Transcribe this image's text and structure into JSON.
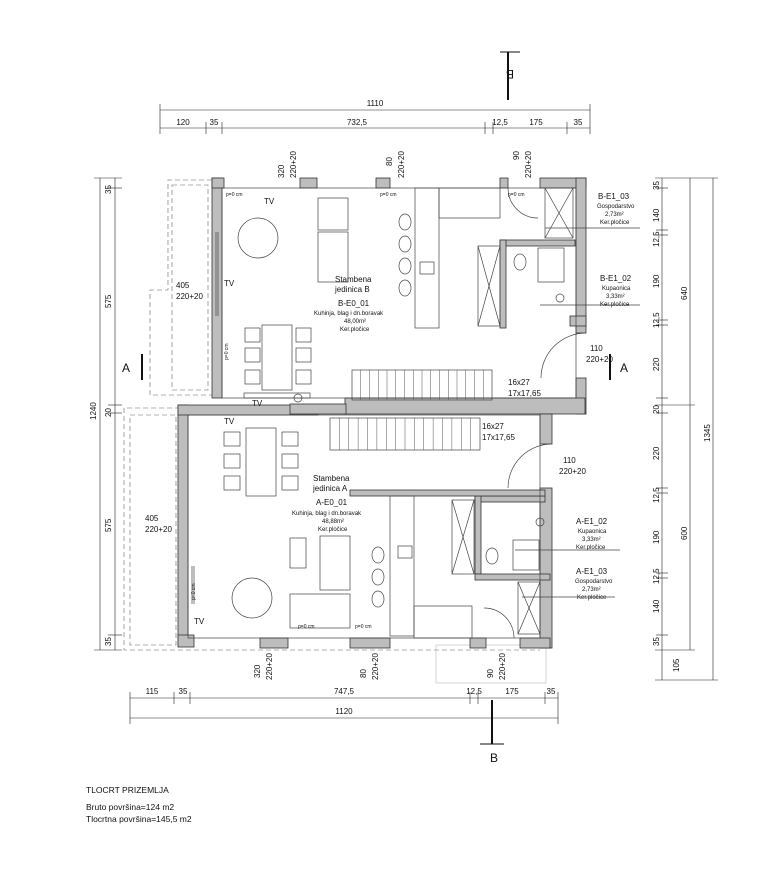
{
  "section_markers": {
    "a_left": "A",
    "a_right": "A",
    "b_top": "B",
    "b_bottom": "B"
  },
  "dims_top": {
    "total": "1110",
    "d1": "120",
    "d2": "35",
    "d3": "732,5",
    "d4": "12,5",
    "d5": "175",
    "d6": "35"
  },
  "dims_top_openings": {
    "o1a": "320",
    "o1b": "220+20",
    "o2a": "80",
    "o2b": "220+20",
    "o3a": "90",
    "o3b": "220+20"
  },
  "dims_bottom": {
    "total": "1120",
    "d1": "115",
    "d2": "35",
    "d3": "747,5",
    "d4": "12,5",
    "d5": "175",
    "d6": "35"
  },
  "dims_bottom_openings": {
    "o1a": "320",
    "o1b": "220+20",
    "o2a": "80",
    "o2b": "220+20",
    "o3a": "90",
    "o3b": "220+20"
  },
  "dims_left": {
    "total": "1240",
    "d1": "35",
    "d2": "575",
    "d3": "20",
    "d4": "575",
    "d5": "35"
  },
  "dims_right_inner": {
    "d1": "35",
    "d2": "140",
    "d3": "12,5",
    "d4": "190",
    "d5": "12,5",
    "d6": "220",
    "d7": "20",
    "d8": "220",
    "d9": "12,5",
    "d10": "190",
    "d11": "12,5",
    "d12": "140",
    "d13": "35",
    "d14": "105"
  },
  "dims_right_mid": {
    "upper": "640",
    "lower": "600"
  },
  "dims_right_outer": {
    "total": "1345"
  },
  "openings": {
    "w_b_left": [
      "405",
      "220+20"
    ],
    "w_a_left": [
      "405",
      "220+20"
    ],
    "door_b": [
      "110",
      "220+20"
    ],
    "door_a": [
      "110",
      "220+20"
    ]
  },
  "stairs": {
    "upper": [
      "16x27",
      "17x17,65"
    ],
    "lower": [
      "16x27",
      "17x17,65"
    ]
  },
  "tv_labels": [
    "TV",
    "TV",
    "TV",
    "TV",
    "TV"
  ],
  "floor_marks": [
    "p=0 cm",
    "p=0 cm",
    "p=0 cm",
    "p=0 cm",
    "p=0 cm",
    "p=0 cm",
    "p=0 cm"
  ],
  "units": {
    "b": {
      "title1": "Stambena",
      "title2": "jedinica B",
      "code": "B-E0_01",
      "desc": "Kuhinja, blag i dn.boravak",
      "area": "48,00m²",
      "floor": "Ker.pločice"
    },
    "a": {
      "title1": "Stambena",
      "title2": "jedinica A",
      "code": "A-E0_01",
      "desc": "Kuhinja, blag i dn.boravak",
      "area": "48,88m²",
      "floor": "Ker.pločice"
    }
  },
  "rooms": {
    "b_e1_03": {
      "code": "B-E1_03",
      "name": "Gospodarstvo",
      "area": "2,73m²",
      "floor": "Ker.pločice"
    },
    "b_e1_02": {
      "code": "B-E1_02",
      "name": "Kupaonica",
      "area": "3,33m²",
      "floor": "Ker.pločice"
    },
    "a_e1_02": {
      "code": "A-E1_02",
      "name": "Kupaonica",
      "area": "3,33m²",
      "floor": "Ker.pločice"
    },
    "a_e1_03": {
      "code": "A-E1_03",
      "name": "Gospodarstvo",
      "area": "2,73m²",
      "floor": "Ker.pločice"
    }
  },
  "footer": {
    "title": "TLOCRT PRIZEMLJA",
    "line1": "Bruto površina=124 m2",
    "line2": "Tlocrtna površina=145,5 m2"
  }
}
